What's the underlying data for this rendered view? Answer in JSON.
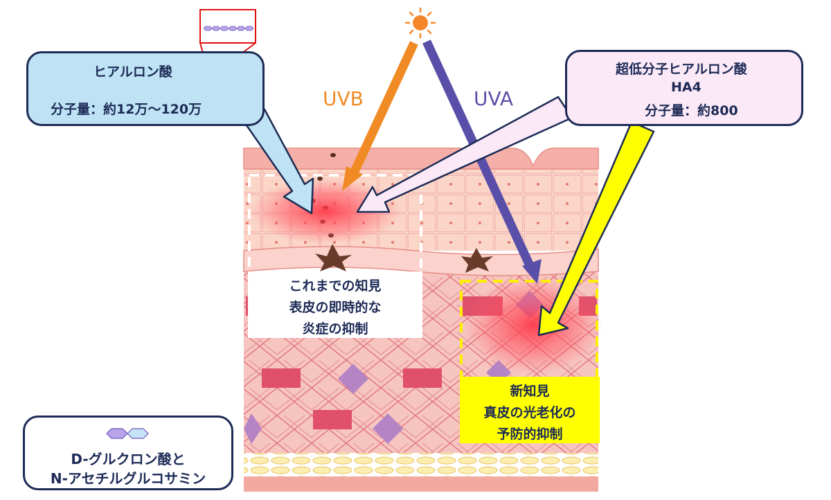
{
  "hyaluronic": {
    "title": "ヒアルロン酸",
    "weight": "分子量：約12万〜120万"
  },
  "ha4": {
    "title": "超低分子ヒアルロン酸",
    "name": "HA4",
    "weight": "分子量：約800"
  },
  "legend": {
    "line1": "D-グルクロン酸と",
    "line2": "N-アセチルグルコサミン"
  },
  "rays": {
    "uvb": "UVB",
    "uva": "UVA"
  },
  "prior_finding": {
    "line1": "これまでの知見",
    "line2": "表皮の即時的な",
    "line3": "炎症の抑制"
  },
  "new_finding": {
    "line1": "新知見",
    "line2": "真皮の光老化の",
    "line3": "予防的抑制"
  },
  "colors": {
    "navy": "#1c2a55",
    "uvb_orange": "#f08a24",
    "uva_purple": "#5a4fa8",
    "highlight_yellow": "#ffff00",
    "hyaluronic_box": "#bfe3f5",
    "ha4_box": "#fbe9f7",
    "skin_pink": "#f7c9c0"
  }
}
